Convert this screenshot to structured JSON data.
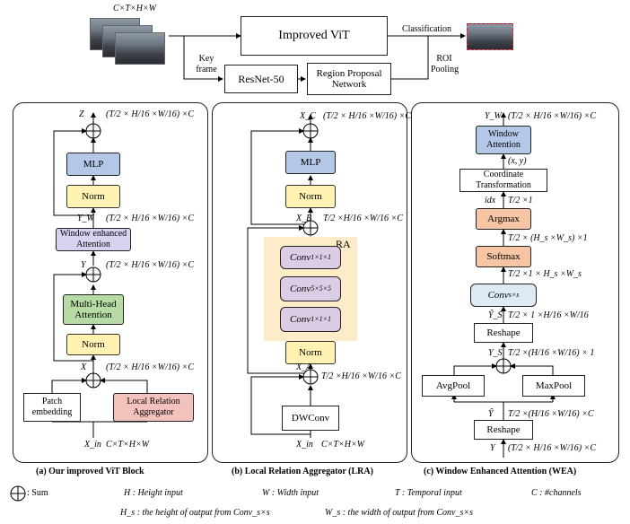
{
  "top": {
    "input_shape": "C×T×H×W",
    "improved_vit": "Improved ViT",
    "classification": "Classification",
    "key_frame": "Key frame",
    "resnet": "ResNet-50",
    "rpn": "Region Proposal Network",
    "roi_pooling": "ROI Pooling"
  },
  "panel_a": {
    "z_label": "Z",
    "z_shape": "(T/2 × H/16 ×W/16) ×C",
    "mlp": "MLP",
    "norm2": "Norm",
    "yw_label": "Y_W",
    "yw_shape": "(T/2 × H/16 ×W/16) ×C",
    "wea": "Window enhanced Attention",
    "y_label": "Y",
    "y_shape": "(T/2 × H/16 ×W/16) ×C",
    "mha": "Multi-Head Attention",
    "norm1": "Norm",
    "x_label": "X",
    "x_shape": "(T/2 × H/16 ×W/16) ×C",
    "patch": "Patch embedding",
    "lra": "Local Relation Aggregator",
    "xin_label": "X_in",
    "xin_shape": "C×T×H×W",
    "caption": "(a) Our improved ViT Block"
  },
  "panel_b": {
    "xc_label": "X_C",
    "xc_shape": "(T/2 × H/16 ×W/16) ×C",
    "mlp": "MLP",
    "norm2": "Norm",
    "xb_label": "X_B",
    "xb_shape": "T/2 ×H/16 ×W/16 ×C",
    "ra": "RA",
    "conv1": "Conv",
    "conv1_sub": "1×1×1",
    "conv2": "Conv",
    "conv2_sub": "5×5×5",
    "conv3": "Conv",
    "conv3_sub": "1×1×1",
    "norm1": "Norm",
    "xa_label": "X_A",
    "xa_shape": "T/2 ×H/16 ×W/16 ×C",
    "dwconv": "DWConv",
    "xin_label": "X_in",
    "xin_shape": "C×T×H×W",
    "caption": "(b) Local Relation Aggregator (LRA)"
  },
  "panel_c": {
    "yw_label": "Y_W",
    "yw_shape": "(T/2 × H/16 ×W/16) ×C",
    "wa": "Window Attention",
    "xy": "(x, y)",
    "coord": "Coordinate Transformation",
    "idx": "idx",
    "idx_shape": "T/2 ×1",
    "argmax": "Argmax",
    "argmax_shape": "T/2 × (H_s ×W_s) ×1",
    "softmax": "Softmax",
    "softmax_shape": "T/2 ×1 × H_s ×W_s",
    "conv": "Conv",
    "conv_sub": "s×s",
    "yhat_s_label": "Ŷ_S",
    "yhat_s_shape": "T/2 × 1 ×H/16 ×W/16",
    "reshape1": "Reshape",
    "ys_label": "Y_S",
    "ys_shape": "T/2 ×(H/16 ×W/16) × 1",
    "avgpool": "AvgPool",
    "maxpool": "MaxPool",
    "yhat_label": "Ŷ",
    "yhat_shape": "T/2 ×(H/16 ×W/16) ×C",
    "reshape2": "Reshape",
    "y_label": "Y",
    "y_shape": "(T/2 × H/16 ×W/16) ×C",
    "caption": "(c) Window Enhanced Attention (WEA)"
  },
  "legend": {
    "sum": ": Sum",
    "h": "H : Height input",
    "w": "W : Width input",
    "t": "T : Temporal input",
    "c": "C : #channels",
    "hs": "H_s : the height of output from Conv_s×s",
    "ws": "W_s : the width of output from Conv_s×s"
  },
  "colors": {
    "norm": "#fff2b3",
    "mlp": "#b4c7e7",
    "mha": "#b6dba5",
    "wea": "#d6d3f0",
    "lra": "#f4c2bd",
    "ra_bg": "#fdecc8",
    "conv_ra": "#dccde6",
    "argmax": "#f7c5a4",
    "conv_wea": "#deebf7"
  }
}
